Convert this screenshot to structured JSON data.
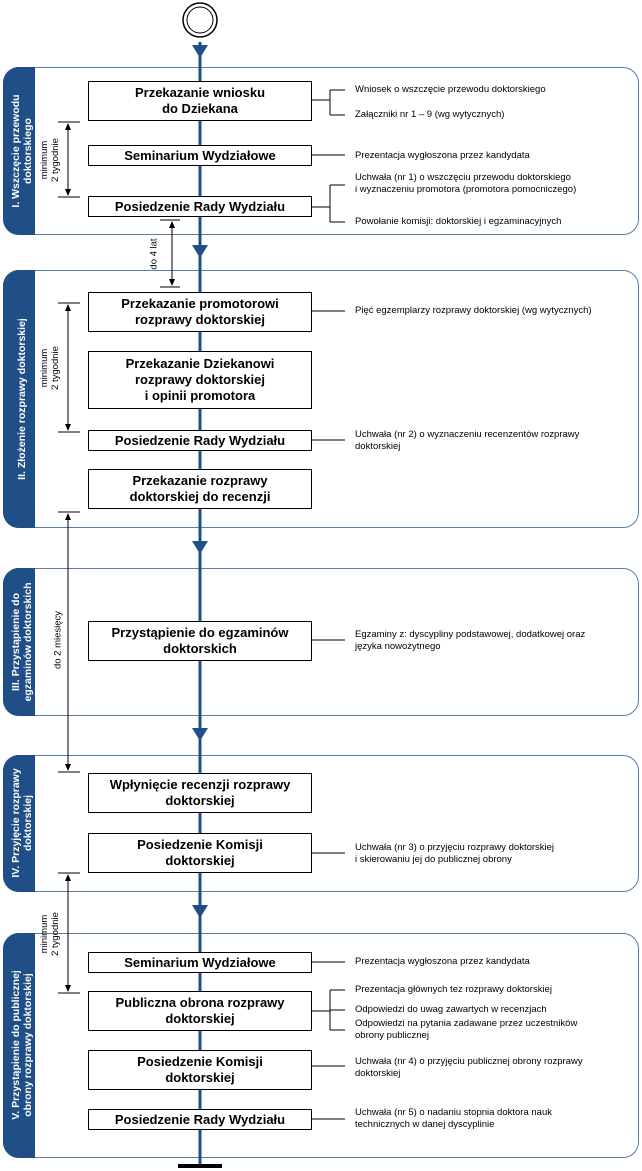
{
  "phases": [
    {
      "label": "I. Wszczęcie przewodu\ndoktorskiego"
    },
    {
      "label": "II. Złożenie rozprawy doktorskiej"
    },
    {
      "label": "III. Przystąpienie do\negzaminów doktorskich"
    },
    {
      "label": "IV. Przyjęcie rozprawy\ndoktorskiej"
    },
    {
      "label": "V. Przystąpienie do publicznej\nobrony rozprawy doktorskiej"
    }
  ],
  "steps": [
    {
      "label": "Przekazanie wniosku\ndo Dziekana"
    },
    {
      "label": "Seminarium Wydziałowe"
    },
    {
      "label": "Posiedzenie Rady Wydziału"
    },
    {
      "label": "Przekazanie promotorowi\nrozprawy doktorskiej"
    },
    {
      "label": "Przekazanie Dziekanowi\nrozprawy doktorskiej\ni opinii promotora"
    },
    {
      "label": "Posiedzenie Rady Wydziału"
    },
    {
      "label": "Przekazanie rozprawy\ndoktorskiej do recenzji"
    },
    {
      "label": "Przystąpienie do egzaminów\ndoktorskich"
    },
    {
      "label": "Wpłynięcie recenzji rozprawy\ndoktorskiej"
    },
    {
      "label": "Posiedzenie Komisji\ndoktorskiej"
    },
    {
      "label": "Seminarium Wydziałowe"
    },
    {
      "label": "Publiczna obrona rozprawy\ndoktorskiej"
    },
    {
      "label": "Posiedzenie Komisji\ndoktorskiej"
    },
    {
      "label": "Posiedzenie Rady Wydziału"
    }
  ],
  "notes": [
    {
      "text": "Wniosek o wszczęcie przewodu doktorskiego"
    },
    {
      "text": "Załączniki nr 1 – 9 (wg wytycznych)"
    },
    {
      "text": "Prezentacja wygłoszona przez kandydata"
    },
    {
      "text": "Uchwała (nr 1) o wszczęciu przewodu doktorskiego\ni wyznaczeniu promotora (promotora pomocniczego)"
    },
    {
      "text": "Powołanie komisji: doktorskiej i egzaminacyjnych"
    },
    {
      "text": "Pięć egzemplarzy rozprawy doktorskiej (wg wytycznych)"
    },
    {
      "text": "Uchwała (nr 2) o wyznaczeniu recenzentów rozprawy\ndoktorskiej"
    },
    {
      "text": "Egzaminy z: dyscypliny podstawowej, dodatkowej oraz\njęzyka nowożytnego"
    },
    {
      "text": "Uchwała (nr 3) o przyjęciu rozprawy doktorskiej\ni skierowaniu jej do publicznej obrony"
    },
    {
      "text": "Prezentacja wygłoszona przez kandydata"
    },
    {
      "text": "Prezentacja głównych tez rozprawy doktorskiej"
    },
    {
      "text": "Odpowiedzi do uwag zawartych w recenzjach"
    },
    {
      "text": "Odpowiedzi na pytania zadawane przez uczestników\nobrony publicznej"
    },
    {
      "text": "Uchwała (nr 4) o przyjęciu publicznej obrony rozprawy\ndoktorskiej"
    },
    {
      "text": "Uchwała (nr 5) o nadaniu stopnia doktora nauk\ntechnicznych w danej dyscyplinie"
    }
  ],
  "durations": [
    {
      "text": "minimum\n2 tygodnie"
    },
    {
      "text": "do 4 lat"
    },
    {
      "text": "minimum\n2 tygodnie"
    },
    {
      "text": "do 2 miesięcy"
    },
    {
      "text": "minimum\n2 tygodnie"
    }
  ],
  "colors": {
    "phase_tab": "#1f4f86",
    "flow_line": "#1f4f86",
    "phase_border": "#5a7ea6"
  }
}
